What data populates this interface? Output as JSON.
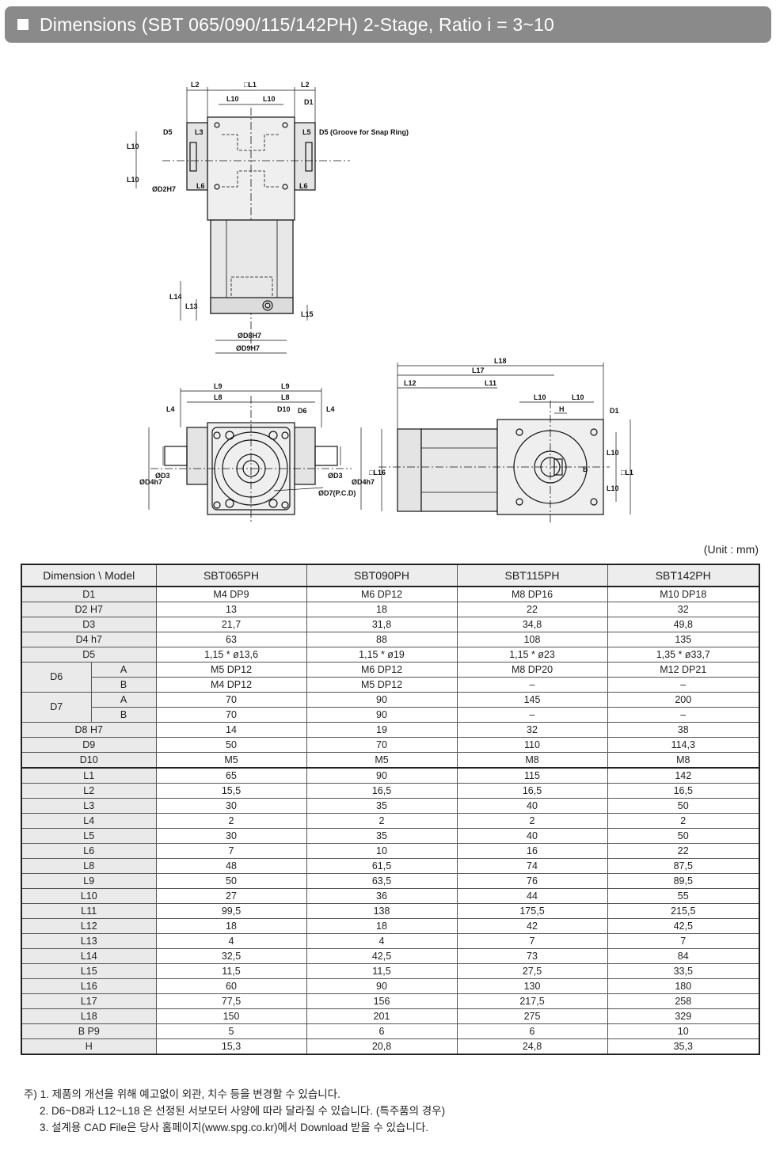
{
  "title": "Dimensions (SBT 065/090/115/142PH) 2-Stage, Ratio i = 3~10",
  "unit_label": "(Unit : mm)",
  "drawing_labels": {
    "top": [
      "L2",
      "□L1",
      "L2",
      "L10",
      "L10",
      "D1",
      "D5",
      "L3",
      "L5",
      "D5 (Groove for Snap Ring)",
      "L10",
      "L10",
      "ØD2H7",
      "L6",
      "L6",
      "L14",
      "L13",
      "L15",
      "ØD8H7",
      "ØD9H7"
    ],
    "front": [
      "L9",
      "L9",
      "L8",
      "L8",
      "L4",
      "D10",
      "D6",
      "L4",
      "ØD4h7",
      "ØD3",
      "ØD3",
      "ØD4h7",
      "ØD7(P.C.D)"
    ],
    "side": [
      "L18",
      "L17",
      "L12",
      "L11",
      "L10",
      "L10",
      "H",
      "D1",
      "□L16",
      "B",
      "L10",
      "L10",
      "□L1"
    ]
  },
  "table": {
    "corner": "Dimension \\ Model",
    "models": [
      "SBT065PH",
      "SBT090PH",
      "SBT115PH",
      "SBT142PH"
    ],
    "rows": [
      {
        "label": "D1",
        "values": [
          "M4 DP9",
          "M6 DP12",
          "M8 DP16",
          "M10 DP18"
        ]
      },
      {
        "label": "D2 H7",
        "values": [
          "13",
          "18",
          "22",
          "32"
        ]
      },
      {
        "label": "D3",
        "values": [
          "21,7",
          "31,8",
          "34,8",
          "49,8"
        ]
      },
      {
        "label": "D4 h7",
        "values": [
          "63",
          "88",
          "108",
          "135"
        ]
      },
      {
        "label": "D5",
        "values": [
          "1,15 * ø13,6",
          "1,15 * ø19",
          "1,15 * ø23",
          "1,35 * ø33,7"
        ]
      },
      {
        "label": "D6",
        "sub": "A",
        "values": [
          "M5 DP12",
          "M6 DP12",
          "M8 DP20",
          "M12 DP21"
        ]
      },
      {
        "label": "",
        "sub": "B",
        "values": [
          "M4 DP12",
          "M5 DP12",
          "–",
          "–"
        ]
      },
      {
        "label": "D7",
        "sub": "A",
        "values": [
          "70",
          "90",
          "145",
          "200"
        ]
      },
      {
        "label": "",
        "sub": "B",
        "values": [
          "70",
          "90",
          "–",
          "–"
        ]
      },
      {
        "label": "D8 H7",
        "values": [
          "14",
          "19",
          "32",
          "38"
        ]
      },
      {
        "label": "D9",
        "values": [
          "50",
          "70",
          "110",
          "114,3"
        ]
      },
      {
        "label": "D10",
        "values": [
          "M5",
          "M5",
          "M8",
          "M8"
        ]
      },
      {
        "label": "L1",
        "values": [
          "65",
          "90",
          "115",
          "142"
        ]
      },
      {
        "label": "L2",
        "values": [
          "15,5",
          "16,5",
          "16,5",
          "16,5"
        ]
      },
      {
        "label": "L3",
        "values": [
          "30",
          "35",
          "40",
          "50"
        ]
      },
      {
        "label": "L4",
        "values": [
          "2",
          "2",
          "2",
          "2"
        ]
      },
      {
        "label": "L5",
        "values": [
          "30",
          "35",
          "40",
          "50"
        ]
      },
      {
        "label": "L6",
        "values": [
          "7",
          "10",
          "16",
          "22"
        ]
      },
      {
        "label": "L8",
        "values": [
          "48",
          "61,5",
          "74",
          "87,5"
        ]
      },
      {
        "label": "L9",
        "values": [
          "50",
          "63,5",
          "76",
          "89,5"
        ]
      },
      {
        "label": "L10",
        "values": [
          "27",
          "36",
          "44",
          "55"
        ]
      },
      {
        "label": "L11",
        "values": [
          "99,5",
          "138",
          "175,5",
          "215,5"
        ]
      },
      {
        "label": "L12",
        "values": [
          "18",
          "18",
          "42",
          "42,5"
        ]
      },
      {
        "label": "L13",
        "values": [
          "4",
          "4",
          "7",
          "7"
        ]
      },
      {
        "label": "L14",
        "values": [
          "32,5",
          "42,5",
          "73",
          "84"
        ]
      },
      {
        "label": "L15",
        "values": [
          "11,5",
          "11,5",
          "27,5",
          "33,5"
        ]
      },
      {
        "label": "L16",
        "values": [
          "60",
          "90",
          "130",
          "180"
        ]
      },
      {
        "label": "L17",
        "values": [
          "77,5",
          "156",
          "217,5",
          "258"
        ]
      },
      {
        "label": "L18",
        "values": [
          "150",
          "201",
          "275",
          "329"
        ]
      },
      {
        "label": "B P9",
        "values": [
          "5",
          "6",
          "6",
          "10"
        ]
      },
      {
        "label": "H",
        "values": [
          "15,3",
          "20,8",
          "24,8",
          "35,3"
        ]
      }
    ]
  },
  "notes": [
    "주) 1. 제품의 개선을 위해 예고없이 외관, 치수 등을 변경할 수 있습니다.",
    "2. D6~D8과 L12~L18 은 선정된 서보모터 사양에 따라 달라질 수 있습니다. (특주품의 경우)",
    "3. 설계용 CAD File은 당사 홈페이지(www.spg.co.kr)에서 Download 받을 수 있습니다."
  ]
}
